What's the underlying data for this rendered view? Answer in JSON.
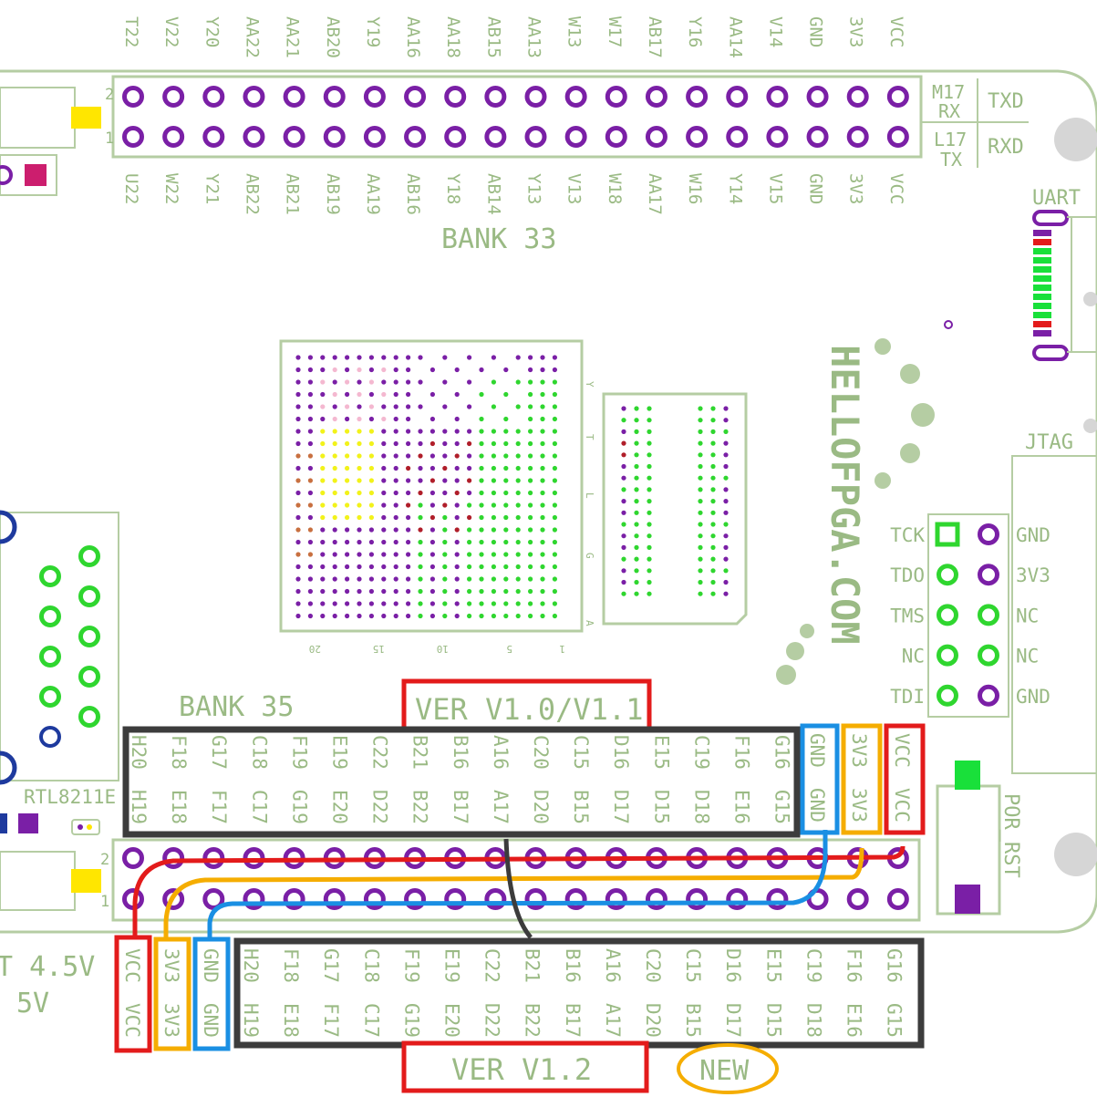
{
  "header_top": {
    "upper_labels": [
      "T22",
      "V22",
      "Y20",
      "AA22",
      "AA21",
      "AB20",
      "Y19",
      "AA16",
      "AA18",
      "AB15",
      "AA13",
      "W13",
      "W17",
      "AB17",
      "Y16",
      "AA14",
      "V14",
      "GND",
      "3V3",
      "VCC"
    ],
    "lower_labels": [
      "U22",
      "W22",
      "Y21",
      "AB22",
      "AB21",
      "AB19",
      "AA19",
      "AB16",
      "Y18",
      "AB14",
      "Y13",
      "V13",
      "W18",
      "AA17",
      "W16",
      "Y14",
      "V15",
      "GND",
      "3V3",
      "VCC"
    ],
    "row_labels": [
      "2",
      "1"
    ],
    "bank_label": "BANK 33",
    "m17": "M17",
    "rx": "RX",
    "l17": "L17",
    "tx": "TX",
    "txd": "TXD",
    "rxd": "RXD"
  },
  "uart_label": "UART",
  "jtag": {
    "title": "JTAG",
    "left_labels": [
      "TCK",
      "TDO",
      "TMS",
      "NC",
      "TDI"
    ],
    "right_labels": [
      "GND",
      "3V3",
      "NC",
      "NC",
      "GND"
    ]
  },
  "brand": "HELLOFPGA.COM",
  "fpga_bottom_ticks": [
    "20",
    "15",
    "10",
    "5",
    "1"
  ],
  "fpga_side_ticks": [
    "Y",
    "T",
    "L",
    "G",
    "A"
  ],
  "ethernet_chip": "RTL8211E",
  "bank35": {
    "label": "BANK 35",
    "old_version_label": "VER V1.0/V1.1",
    "new_version_label": "VER V1.2",
    "new_badge": "NEW",
    "old_upper": [
      "H20",
      "F18",
      "G17",
      "C18",
      "F19",
      "E19",
      "C22",
      "B21",
      "B16",
      "A16",
      "C20",
      "C15",
      "D16",
      "E15",
      "C19",
      "F16",
      "G16"
    ],
    "old_lower": [
      "H19",
      "E18",
      "F17",
      "C17",
      "G19",
      "E20",
      "D22",
      "B22",
      "B17",
      "A17",
      "D20",
      "B15",
      "D17",
      "D15",
      "D18",
      "E16",
      "G15"
    ],
    "old_power_upper": [
      "GND",
      "3V3",
      "VCC"
    ],
    "old_power_lower": [
      "GND",
      "3V3",
      "VCC"
    ],
    "new_power_upper": [
      "VCC",
      "3V3",
      "GND"
    ],
    "new_power_lower": [
      "VCC",
      "3V3",
      "GND"
    ],
    "row_labels": [
      "2",
      "1"
    ]
  },
  "power_label_line1": "T 4.5V",
  "power_label_line2": "5V",
  "reset_label": "POR_RST",
  "colors": {
    "silk": "#9aba84",
    "pad_purple": "#7a1fa6",
    "pad_green": "#3fbf3f",
    "vcc_red": "#e31b1b",
    "v3_orange": "#f5ad00",
    "gnd_blue": "#1a8fe3",
    "frame_dark": "#3c3c3c",
    "yellow_pad": "#ffe600"
  }
}
